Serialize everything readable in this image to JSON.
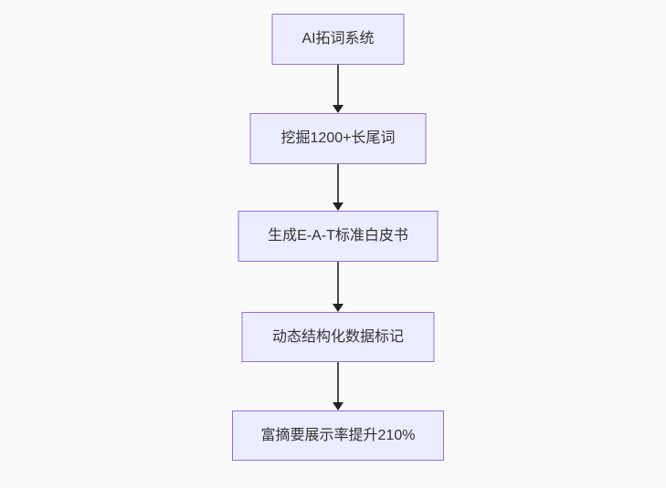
{
  "diagram": {
    "type": "flowchart",
    "direction": "top-down",
    "colors": {
      "background": "#fafafa",
      "node_fill": "#ececff",
      "node_border": "#9370db",
      "edge_line": "#4d4d4d",
      "arrowhead": "#222222",
      "text": "#333333"
    },
    "nodes": [
      {
        "label": "AI拓词系统"
      },
      {
        "label": "挖掘1200+长尾词"
      },
      {
        "label": "生成E-A-T标准白皮书"
      },
      {
        "label": "动态结构化数据标记"
      },
      {
        "label": "富摘要展示率提升210%"
      }
    ],
    "edges": [
      {
        "from": 0,
        "to": 1
      },
      {
        "from": 1,
        "to": 2
      },
      {
        "from": 2,
        "to": 3
      },
      {
        "from": 3,
        "to": 4
      }
    ]
  }
}
